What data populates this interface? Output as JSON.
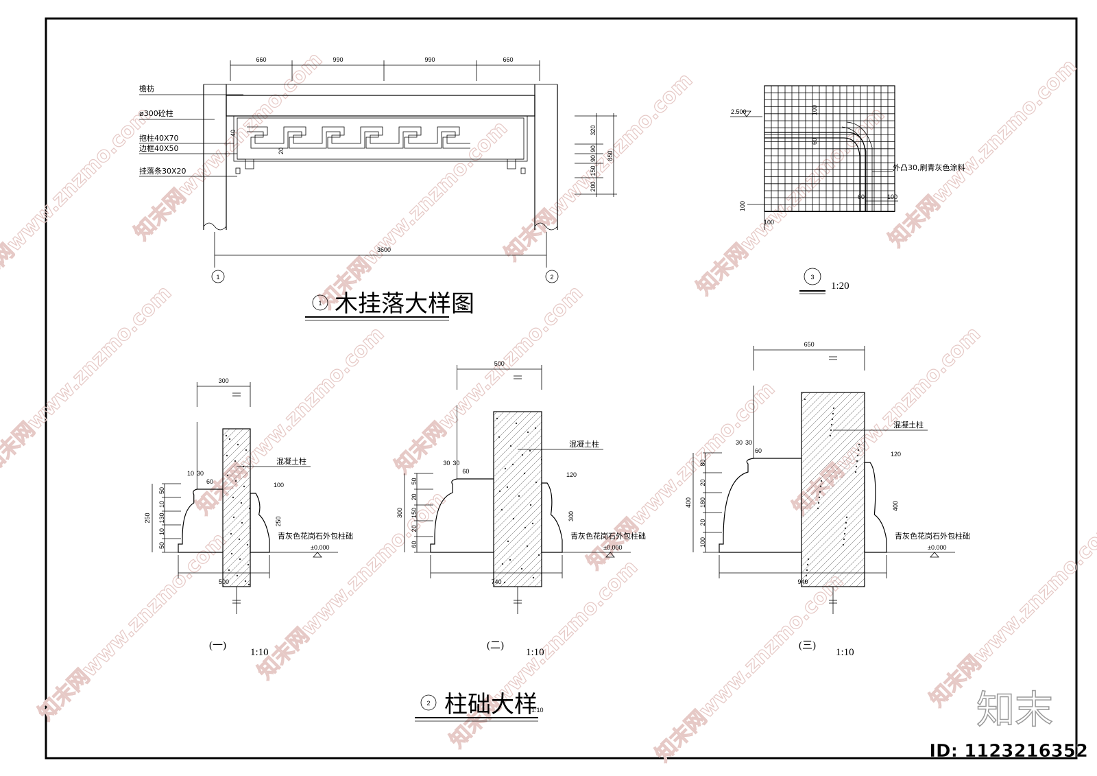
{
  "detail1": {
    "dims_top": [
      "660",
      "990",
      "990",
      "660"
    ],
    "dim_total": "3600",
    "dims_right": [
      "320",
      "90",
      "90",
      "150",
      "200"
    ],
    "dim_right_total": "850",
    "dim_small_40": "40",
    "dim_small_20": "20",
    "labels": [
      "檐枋",
      "ø300砼柱",
      "抱柱40X70",
      "边框40X50",
      "挂落条30X20"
    ],
    "axis_1": "1",
    "axis_2": "2",
    "title_num": "1",
    "title": "木挂落大样图",
    "title_scale": "1:20"
  },
  "detail3": {
    "elevation": "2.500",
    "dims": [
      "100",
      "60",
      "60",
      "100",
      "100",
      "100"
    ],
    "note": "外凸30,刷青灰色涂料",
    "num": "3",
    "scale": "1:20"
  },
  "detail2": {
    "title_num": "2",
    "title": "柱础大样",
    "title_scale": "1:10",
    "sections": [
      {
        "name": "(一)",
        "scale": "1:10",
        "top": "300",
        "bottom": "500",
        "left_dims": [
          "50",
          "10",
          "130",
          "10",
          "50"
        ],
        "left_total": "250",
        "small": [
          "10",
          "30",
          "60"
        ],
        "right_dim": "100",
        "right_height": "250",
        "label_concrete": "混凝土柱",
        "label_stone": "青灰色花岗石外包柱础",
        "level": "±0.000"
      },
      {
        "name": "(二)",
        "scale": "1:10",
        "top": "500",
        "bottom": "740",
        "left_dims": [
          "50",
          "20",
          "150",
          "20",
          "60"
        ],
        "left_total": "300",
        "small": [
          "30",
          "30",
          "60"
        ],
        "right_dim": "120",
        "right_height": "300",
        "label_concrete": "混凝土柱",
        "label_stone": "青灰色花岗石外包柱础",
        "level": "±0.000"
      },
      {
        "name": "(三)",
        "scale": "1:10",
        "top": "650",
        "bottom": "940",
        "left_dims": [
          "80",
          "20",
          "180",
          "20",
          "100"
        ],
        "left_total": "400",
        "small": [
          "30",
          "30",
          "60"
        ],
        "right_dim": "120",
        "right_height": "400",
        "label_concrete": "混凝土柱",
        "label_stone": "青灰色花岗石外包柱础",
        "level": "±0.000"
      }
    ]
  },
  "watermark": {
    "site": "www.znzmo.com",
    "brand": "知末网",
    "logo": "知末",
    "id_text": "ID: 1123216352"
  }
}
